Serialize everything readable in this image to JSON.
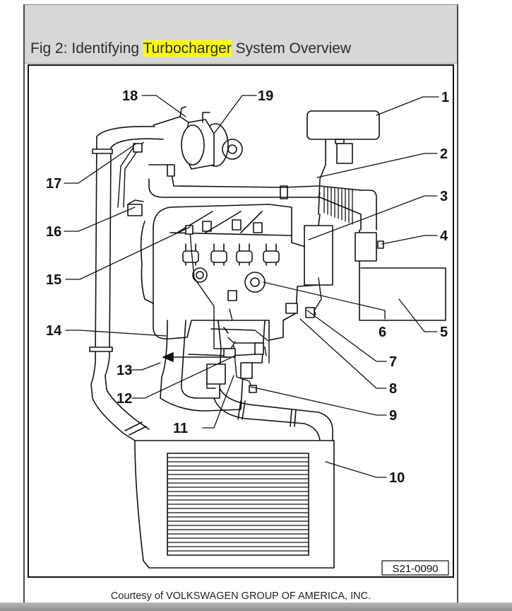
{
  "caption": {
    "prefix": "Fig 2: Identifying ",
    "highlight": "Turbocharger",
    "suffix": " System Overview",
    "highlight_color": "#ffff00"
  },
  "diagram": {
    "labels": [
      "1",
      "2",
      "3",
      "4",
      "5",
      "6",
      "7",
      "8",
      "9",
      "10",
      "11",
      "12",
      "13",
      "14",
      "15",
      "16",
      "17",
      "18",
      "19"
    ],
    "figure_code": "S21-0090"
  },
  "credit": "Courtesy of VOLKSWAGEN GROUP OF AMERICA, INC."
}
